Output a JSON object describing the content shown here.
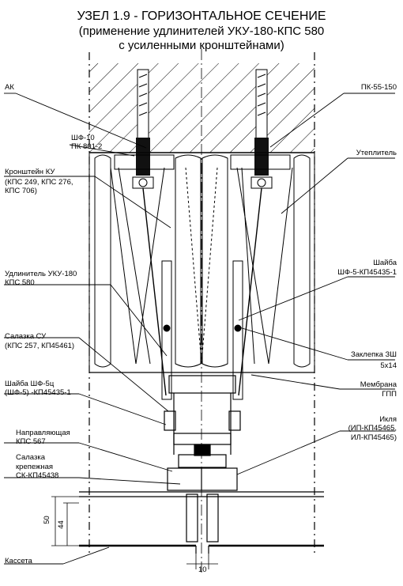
{
  "title": {
    "line1": "УЗЕЛ 1.9 - ГОРИЗОНТАЛЬНОЕ СЕЧЕНИЕ",
    "line2": "(применение удлинителей УКУ-180-КПС 580",
    "line3": "с усиленными кронштейнами)"
  },
  "labels": {
    "ak": "АК",
    "shf10_1": "ШФ-10",
    "shf10_2": "ПК 801-2",
    "bracket_1": "Кронштейн КУ",
    "bracket_2": "(КПС 249, КПС 276,",
    "bracket_3": "КПС 706)",
    "ext_1": "Удлинитель УКУ-180",
    "ext_2": "КПС 580",
    "slide_1": "Салазка СУ",
    "slide_2": "(КПС 257, КП45461)",
    "washer5_1": "Шайба ШФ-5ц",
    "washer5_2": "(ШФ-5) -КП45435-1",
    "guide_1": "Направляющая",
    "guide_2": "КПС 567",
    "mount_1": "Салазка",
    "mount_2": "крепежная",
    "mount_3": "СК-КП45438",
    "cassette": "Кассета",
    "pk": "ПК-55-150",
    "insulation": "Утеплитель",
    "washerR_1": "Шайба",
    "washerR_2": "ШФ-5-КП45435-1",
    "rivet_1": "Заклепка ЗШ",
    "rivet_2": "5х14",
    "membrane_1": "Мембрана",
    "membrane_2": "ГПП",
    "ikla_1": "Икля",
    "ikla_2": "(ИП-КП45465,",
    "ikla_3": "ИЛ-КП45465)"
  },
  "dimensions": {
    "d50": "50",
    "d44": "44",
    "d10": "10"
  }
}
